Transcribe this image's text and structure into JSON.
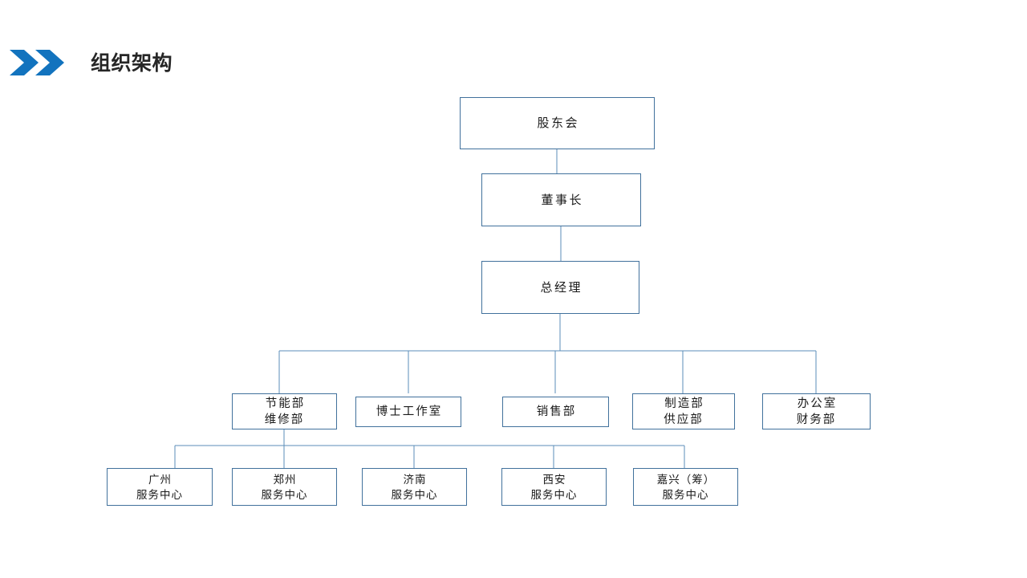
{
  "header": {
    "title": "组织架构",
    "icon_left": "chevron-right-icon",
    "icon_right": "chevron-right-icon",
    "accent_color": "#1273BE"
  },
  "theme": {
    "box_border_color": "#41719C",
    "connector_color": "#5B8DB8",
    "background": "#ffffff",
    "text_color": "#1a1a1a",
    "title_color": "#262626"
  },
  "chart": {
    "type": "org-chart",
    "levels": [
      {
        "name": "level-1",
        "nodes": [
          {
            "id": "shareholders",
            "label": "股东会"
          }
        ]
      },
      {
        "name": "level-2",
        "nodes": [
          {
            "id": "chairman",
            "label": "董事长"
          }
        ]
      },
      {
        "name": "level-3",
        "nodes": [
          {
            "id": "general-manager",
            "label": "总经理"
          }
        ]
      },
      {
        "name": "level-4-departments",
        "nodes": [
          {
            "id": "dept-energy-maintenance",
            "label": "节能部\n维修部"
          },
          {
            "id": "dept-doctoral-studio",
            "label": "博士工作室"
          },
          {
            "id": "dept-sales",
            "label": "销售部"
          },
          {
            "id": "dept-manufacturing-supply",
            "label": "制造部\n供应部"
          },
          {
            "id": "dept-office-finance",
            "label": "办公室\n财务部"
          }
        ]
      },
      {
        "name": "level-5-service-centers",
        "nodes": [
          {
            "id": "sc-guangzhou",
            "label": "广州\n服务中心"
          },
          {
            "id": "sc-zhengzhou",
            "label": "郑州\n服务中心"
          },
          {
            "id": "sc-jinan",
            "label": "济南\n服务中心"
          },
          {
            "id": "sc-xian",
            "label": "西安\n服务中心"
          },
          {
            "id": "sc-jiaxing",
            "label": "嘉兴（筹）\n服务中心"
          }
        ]
      }
    ]
  }
}
